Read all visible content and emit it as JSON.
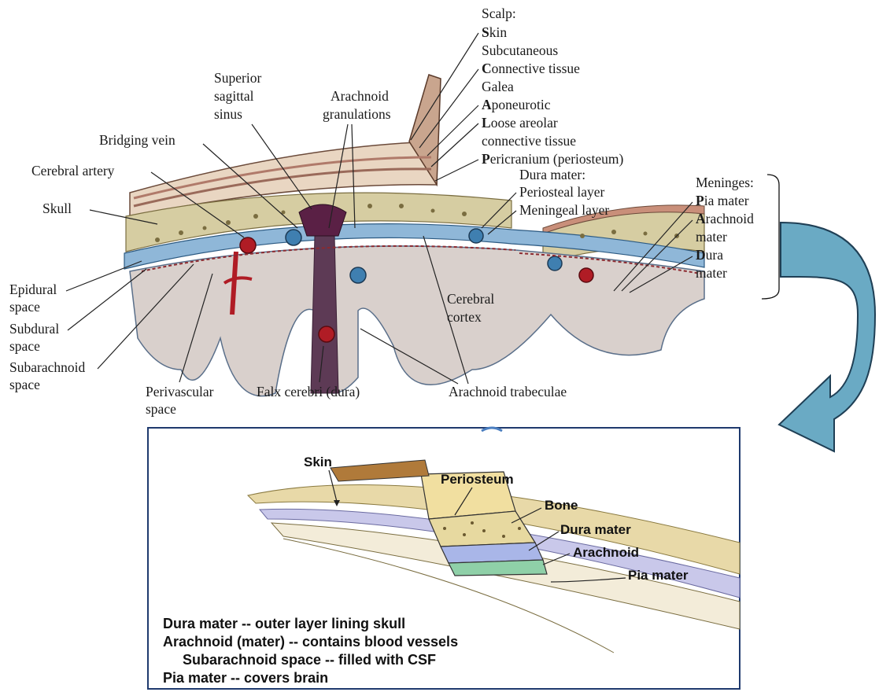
{
  "upper_diagram": {
    "scalp": {
      "heading": "Scalp:",
      "layers": [
        {
          "initial": "S",
          "rest": "kin"
        },
        {
          "initial": "",
          "rest": "Subcutaneous"
        },
        {
          "initial": "C",
          "rest": "onnective tissue"
        },
        {
          "initial": "",
          "rest": "Galea"
        },
        {
          "initial": "A",
          "rest": "poneurotic"
        },
        {
          "initial": "L",
          "rest": "oose areolar"
        },
        {
          "initial": "",
          "rest": "connective tissue"
        },
        {
          "initial": "P",
          "rest": "ericranium (periosteum)"
        }
      ]
    },
    "labels": {
      "superior_sagittal_sinus": [
        "Superior",
        "sagittal",
        "sinus"
      ],
      "arachnoid_granulations": [
        "Arachnoid",
        "granulations"
      ],
      "bridging_vein": "Bridging vein",
      "cerebral_artery": "Cerebral artery",
      "skull": "Skull",
      "dura_mater": [
        "Dura mater:",
        "Periosteal layer",
        "Meningeal layer"
      ],
      "meninges_heading": "Meninges:",
      "meninges": [
        {
          "initial": "P",
          "rest": "ia mater"
        },
        {
          "initial": "A",
          "rest": "rachnoid"
        },
        {
          "initial": "",
          "rest": "mater"
        },
        {
          "initial": "D",
          "rest": "ura"
        },
        {
          "initial": "",
          "rest": "mater"
        }
      ],
      "epidural_space": [
        "Epidural",
        "space"
      ],
      "subdural_space": [
        "Subdural",
        "space"
      ],
      "subarachnoid_space": [
        "Subarachnoid",
        "space"
      ],
      "perivascular_space": [
        "Perivascular",
        "space"
      ],
      "falx_cerebri": "Falx cerebri (dura)",
      "arachnoid_trabeculae": "Arachnoid trabeculae",
      "cerebral_cortex": [
        "Cerebral",
        "cortex"
      ]
    }
  },
  "lower_diagram": {
    "labels": {
      "skin": "Skin",
      "periosteum": "Periosteum",
      "bone": "Bone",
      "dura_mater": "Dura mater",
      "arachnoid": "Arachnoid",
      "pia_mater": "Pia mater"
    },
    "notes": [
      "Dura mater -- outer layer lining skull",
      "Arachnoid (mater) -- contains blood vessels",
      "Subarachnoid space -- filled with CSF",
      "Pia mater -- covers brain"
    ]
  },
  "colors": {
    "arrow_fill": "#6aaac4",
    "arrow_stroke": "#1f3f55",
    "box_border": "#1f3a6e",
    "artery": "#b01c25",
    "vein": "#3f7fb0",
    "bone": "#d6cda2",
    "brain": "#d9d0cc",
    "dura_band": "#8fb7d8"
  }
}
